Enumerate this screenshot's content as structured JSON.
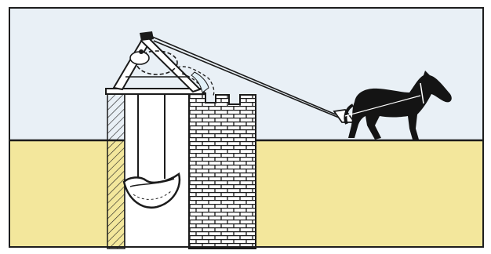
{
  "illustration": {
    "subject": "",
    "colors": {
      "sky": "#e9f0f6",
      "ground": "#f3e79c",
      "shaft": "#ffffff",
      "ink": "#1b1b1b",
      "frame_border": "#1e1e1e",
      "horse": "#141414",
      "water": "#e2f1f8"
    },
    "parts": [
      "pulley-frame",
      "pulley-wheel",
      "well-shaft",
      "brick-wall",
      "leather-bucket",
      "tow-rope",
      "draft-horse",
      "water-spill"
    ]
  }
}
